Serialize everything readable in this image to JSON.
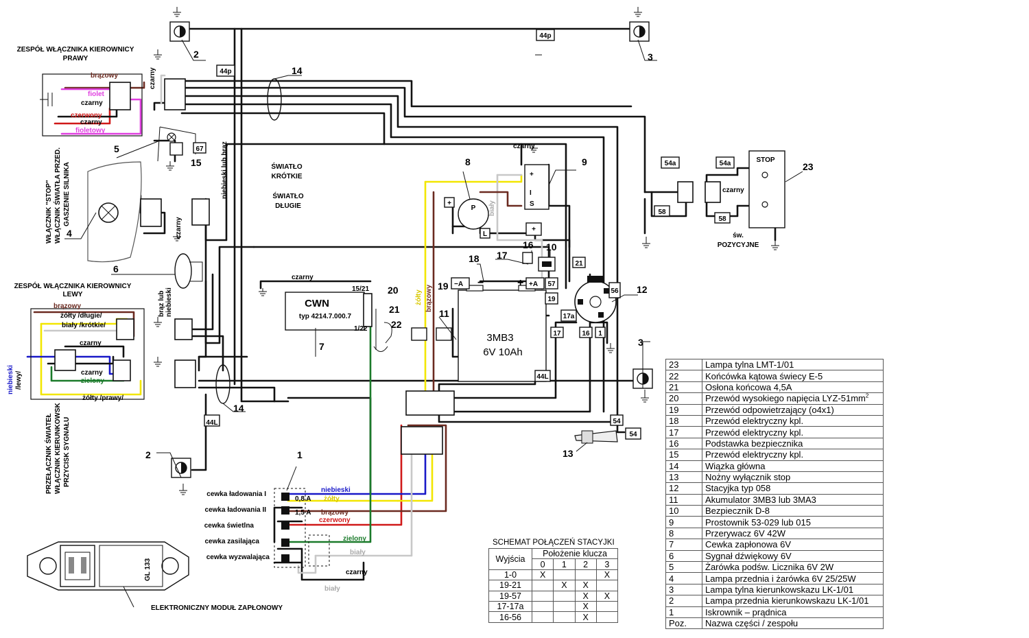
{
  "diagram": {
    "labels": {
      "prawy_title_1": "ZESPÓŁ WŁĄCZNIKA KIEROWNICY",
      "prawy_title_2": "PRAWY",
      "lewy_title_1": "ZESPÓŁ WŁĄCZNIKA KIEROWNICY",
      "lewy_title_2": "LEWY",
      "stop_side_1": "WŁĄCZNIK \"STOP\"",
      "stop_side_2": "WŁĄCZNIK ŚWIATŁA PRZED.",
      "stop_side_3": "GASZENIE SILNIKA",
      "lewy_side_1": "PRZEŁĄCZNIK ŚWIATEŁ",
      "lewy_side_2": "WŁĄCZNIK KIERUNKOWSK",
      "lewy_side_3": "PRZYCISK SYGNAŁU",
      "swiatlo_krotkie_1": "ŚWIATŁO",
      "swiatlo_krotkie_2": "KRÓTKIE",
      "swiatlo_dlugie_1": "ŚWIATŁO",
      "swiatlo_dlugie_2": "DŁUGIE",
      "cwn_name": "CWN",
      "cwn_type": "typ 4214.7.000.7",
      "battery_1": "3MB3",
      "battery_2": "6V 10Ah",
      "stop_lamp": "STOP",
      "sw_poz_1": "św.",
      "sw_poz_2": "POZYCYJNE",
      "modul": "ELEKTRONICZNY MODUŁ ZAPŁONOWY",
      "gl133": "GL 133",
      "cewka_lad_1": "cewka ładowania I",
      "cewka_lad_2": "cewka ładowania II",
      "cewka_sw": "cewka świetlna",
      "cewka_zas": "cewka zasilająca",
      "cewka_wyz": "cewka wyzwalająca",
      "amp_08": "0,8 A",
      "amp_15": "1,5 A",
      "niebieski_lewy": "niebieski",
      "lewy_word": "/lewy/",
      "brazowy_prawy": "brązowy",
      "fiolet": "fiolet",
      "czarny_r": "czarny",
      "czerwony_r": "czerwony",
      "czarny_r2": "czarny",
      "fioletowy": "fioletowy",
      "brazowy_l": "brązowy",
      "zolty_dlugie": "żółty /długie/",
      "bialy_krotkie": "biały /krótkie/",
      "czarny_l": "czarny",
      "czarny_l2": "czarny",
      "zielony_l": "zielony",
      "zolty_prawy": "żółty /prawy/",
      "czarny_stop": "czarny",
      "czarny_lamp": "czarny",
      "niebieski_lub_braz": "niebieski lub brąz",
      "braz_lub_niebieski_1": "brąz lub",
      "braz_lub_niebieski_2": "niebieski",
      "czarny_cwn": "czarny",
      "czarny_9": "czarny",
      "bialy_8": "biały",
      "brazowy_8": "brązowy",
      "zolty_8": "żółty",
      "czarny_23": "czarny",
      "niebieski_coil": "niebieski",
      "zolty_coil": "żółty",
      "brazowy_coil": "brązowy",
      "czerwony_coil": "czerwony",
      "zielony_coil": "zielony",
      "bialy_coil": "biały",
      "czarny_coil": "czarny",
      "bialy_coil2": "biały",
      "tag_44p_a": "44p",
      "tag_44p_b": "44p",
      "tag_44L_a": "44L",
      "tag_44L_b": "44L",
      "tag_67": "67",
      "tag_54a_a": "54a",
      "tag_54a_b": "54a",
      "tag_58_a": "58",
      "tag_58_b": "58",
      "tag_21": "21",
      "tag_57": "57",
      "tag_19": "19",
      "tag_17a": "17a",
      "tag_17": "17",
      "tag_16": "16",
      "tag_1": "1",
      "tag_54_a": "54",
      "tag_54_b": "54",
      "tag_56": "56",
      "cwn_15": "15/21",
      "cwn_1": "1/22",
      "p_letter": "P",
      "l_letter": "L",
      "plus": "+",
      "minus": "−",
      "plus_a": "+A",
      "minus_a": "−A",
      "rect_i": "I",
      "rect_s": "S"
    },
    "callouts": [
      "1",
      "2",
      "2",
      "3",
      "3",
      "4",
      "5",
      "6",
      "7",
      "8",
      "9",
      "10",
      "11",
      "12",
      "13",
      "14",
      "14",
      "15",
      "16",
      "17",
      "18",
      "19",
      "20",
      "21",
      "22",
      "23"
    ]
  },
  "stacyjka": {
    "title": "SCHEMAT POŁĄCZEŃ STACYJKI",
    "header_wyjscia": "Wyjścia",
    "header_polozenie": "Położenie klucza",
    "positions": [
      "0",
      "1",
      "2",
      "3"
    ],
    "rows": [
      {
        "out": "1-0",
        "marks": [
          "X",
          "",
          "",
          "X"
        ]
      },
      {
        "out": "19-21",
        "marks": [
          "",
          "X",
          "X",
          ""
        ]
      },
      {
        "out": "19-57",
        "marks": [
          "",
          "",
          "X",
          "X"
        ]
      },
      {
        "out": "17-17a",
        "marks": [
          "",
          "",
          "X",
          ""
        ]
      },
      {
        "out": "16-56",
        "marks": [
          "",
          "",
          "X",
          ""
        ]
      }
    ]
  },
  "parts": {
    "rows": [
      {
        "no": "23",
        "name": "Lampa tylna LMT-1/01"
      },
      {
        "no": "22",
        "name": "Końcówka kątowa świecy E-5"
      },
      {
        "no": "21",
        "name": "Osłona końcowa 4,5A"
      },
      {
        "no": "20",
        "name": "Przewód wysokiego napięcia LYZ-51mm",
        "sup": "2"
      },
      {
        "no": "19",
        "name": "Przewód odpowietrzający (o4x1)"
      },
      {
        "no": "18",
        "name": "Przewód elektryczny kpl."
      },
      {
        "no": "17",
        "name": "Przewód elektryczny kpl."
      },
      {
        "no": "16",
        "name": "Podstawka bezpiecznika"
      },
      {
        "no": "15",
        "name": "Przewód elektryczny kpl."
      },
      {
        "no": "14",
        "name": "Wiązka główna"
      },
      {
        "no": "13",
        "name": "Nożny wyłącznik stop"
      },
      {
        "no": "12",
        "name": "Stacyjka typ 058"
      },
      {
        "no": "11",
        "name": "Akumulator 3MB3 lub 3MA3"
      },
      {
        "no": "10",
        "name": "Bezpiecznik D-8"
      },
      {
        "no": "9",
        "name": "Prostownik 53-029 lub 015"
      },
      {
        "no": "8",
        "name": "Przerywacz 6V 42W"
      },
      {
        "no": "7",
        "name": "Cewka zapłonowa 6V"
      },
      {
        "no": "6",
        "name": "Sygnał dźwiękowy 6V"
      },
      {
        "no": "5",
        "name": "Żarówka podśw. Licznika 6V 2W"
      },
      {
        "no": "4",
        "name": "Lampa przednia i żarówka 6V 25/25W"
      },
      {
        "no": "3",
        "name": "Lampa tylna kierunkowskazu LK-1/01"
      },
      {
        "no": "2",
        "name": "Lampa przednia kierunkowskazu LK-1/01"
      },
      {
        "no": "1",
        "name": "Iskrownik – prądnica"
      }
    ],
    "footer": {
      "no": "Poz.",
      "name": "Nazwa części / zespołu"
    }
  },
  "colors": {
    "wire_black": "#111111",
    "wire_yellow": "#f2e600",
    "wire_white": "#c8c8c8",
    "wire_brown": "#6b2a20",
    "wire_red": "#d01818",
    "wire_blue": "#1818c8",
    "wire_green": "#1a7a2a",
    "wire_violet": "#e040e0"
  }
}
